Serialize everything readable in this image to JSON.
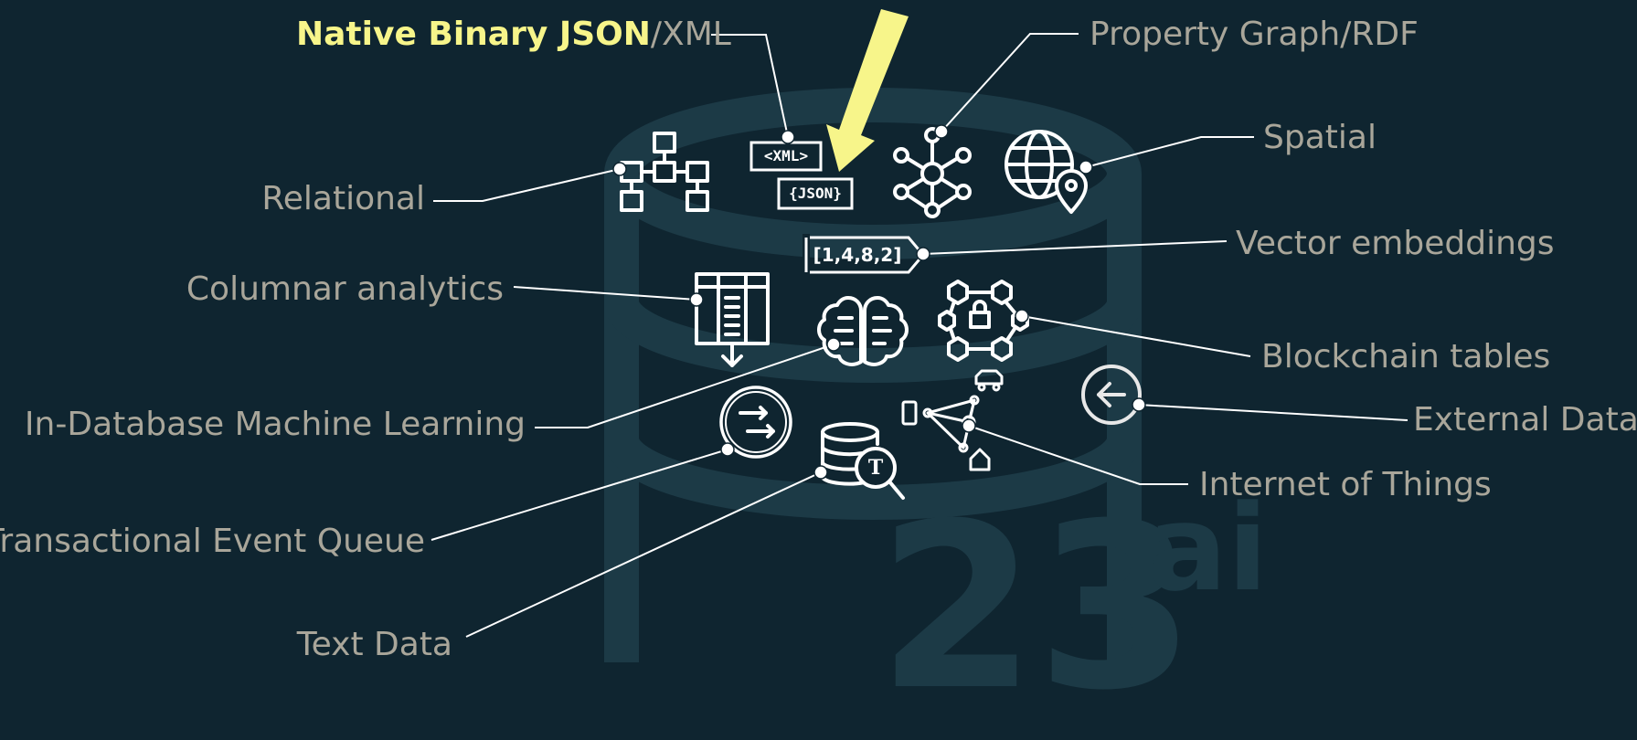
{
  "watermark": {
    "main": "23",
    "sup": "ai"
  },
  "labels": {
    "json_xml": {
      "highlight": "Native Binary JSON",
      "rest": "/XML"
    },
    "graph": "Property Graph/RDF",
    "spatial": "Spatial",
    "relational": "Relational",
    "vector": "Vector embeddings",
    "columnar": "Columnar analytics",
    "blockchain": "Blockchain tables",
    "ml": "In-Database Machine Learning",
    "external": "External Data",
    "iot": "Internet of Things",
    "teq": "Transactional Event Queue",
    "text": "Text Data"
  },
  "icon_text": {
    "xml": "<XML>",
    "json": "{JSON}",
    "vector": "[1,4,8,2]",
    "text_badge": "T"
  },
  "colors": {
    "background": "#0f2530",
    "label": "#a9a69a",
    "highlight": "#f7f58a",
    "arrow": "#f7f58a",
    "icon": "#ffffff",
    "watermark": "#1c3a46"
  }
}
